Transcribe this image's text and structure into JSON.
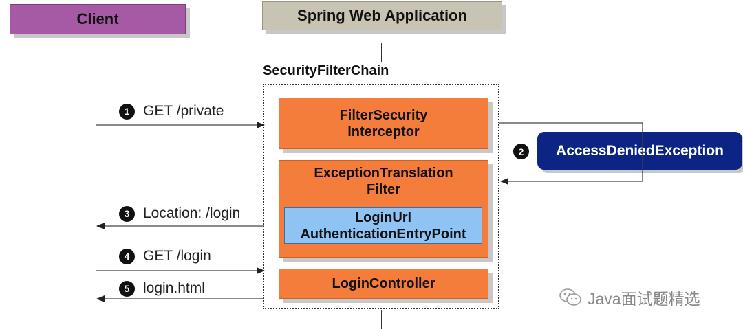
{
  "client_title": "Client",
  "app_title": "Spring Web Application",
  "chain_label": "SecurityFilterChain",
  "filters": {
    "filter_security_interceptor": [
      "FilterSecurity",
      "Interceptor"
    ],
    "exception_translation_filter": [
      "ExceptionTranslation",
      "Filter"
    ],
    "login_entry_point": [
      "LoginUrl",
      "AuthenticationEntryPoint"
    ],
    "login_controller": "LoginController"
  },
  "exception_label": "AccessDeniedException",
  "steps": [
    {
      "num": "1",
      "label": "GET /private"
    },
    {
      "num": "2",
      "label": ""
    },
    {
      "num": "3",
      "label": "Location: /login"
    },
    {
      "num": "4",
      "label": "GET /login"
    },
    {
      "num": "5",
      "label": "login.html"
    }
  ],
  "watermark": "Java面试题精选",
  "colors": {
    "client": "#a659a5",
    "app": "#c9c3b4",
    "filter": "#f57d3c",
    "entry_point": "#8ec3f4",
    "exception": "#0c2585"
  }
}
